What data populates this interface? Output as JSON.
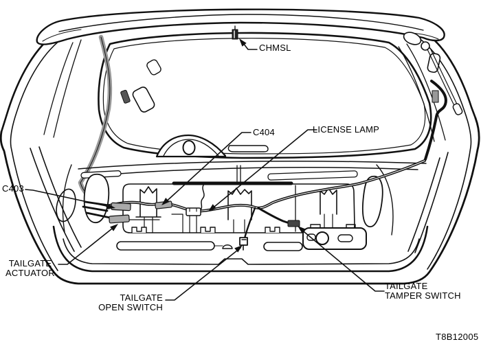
{
  "diagram": {
    "description_visible_text_only": "",
    "callouts": {
      "chmsl": "CHMSL",
      "c404": "C404",
      "license_lamp": "LICENSE LAMP",
      "c403": "C403",
      "tailgate_actuator": "TAILGATE\nACTUATOR",
      "tailgate_open_switch": "TAILGATE\nOPEN SWITCH",
      "tailgate_tamper_switch": "TAILGATE\nTAMPER SWITCH"
    },
    "figure_code": "T8B12005",
    "colors": {
      "line": "#111111",
      "harness_gray": "#9a9a9a",
      "connector_gray": "#aaaaaa",
      "background": "#ffffff"
    }
  }
}
